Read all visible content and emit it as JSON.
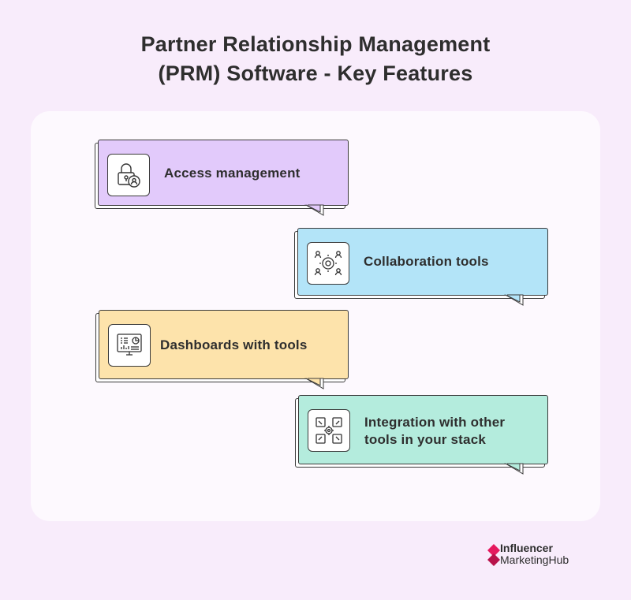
{
  "title": {
    "line1": "Partner Relationship Management",
    "line2": "(PRM) Software - Key Features"
  },
  "features": [
    {
      "label": "Access management",
      "icon": "lock-gear-user-icon",
      "color": "#e2cafb"
    },
    {
      "label": "Collaboration tools",
      "icon": "team-gear-icon",
      "color": "#b3e4f8"
    },
    {
      "label": "Dashboards with tools",
      "icon": "dashboard-monitor-icon",
      "color": "#fde3ab"
    },
    {
      "label_line1": "Integration with other",
      "label_line2": "tools in your stack",
      "icon": "integration-gear-icon",
      "color": "#b4ecdd"
    }
  ],
  "logo": {
    "line1": "Influencer",
    "line2": "MarketingHub",
    "accent": "#e5195e"
  }
}
